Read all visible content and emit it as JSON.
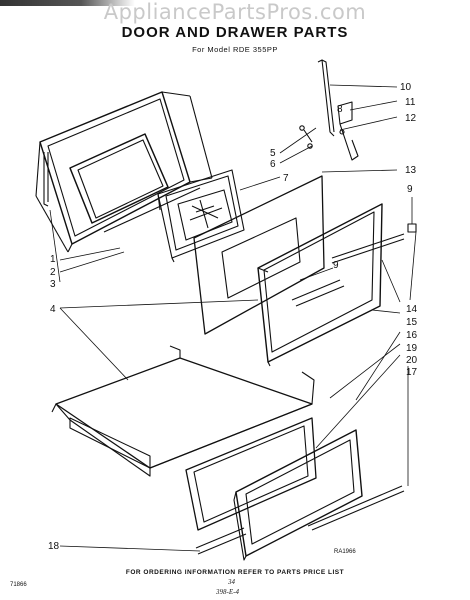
{
  "watermark": "AppliancePartsPros.com",
  "title": "DOOR AND DRAWER PARTS",
  "subtitle": "For Model RDE 355PP",
  "footer": "FOR ORDERING INFORMATION REFER TO PARTS PRICE LIST",
  "page_code": "71866",
  "drawing_code": "RA1966",
  "page_number": "34",
  "handwritten_code": "398-E-4",
  "callouts": {
    "c1": "1",
    "c2": "2",
    "c3": "3",
    "c4": "4",
    "c5": "5",
    "c6": "6",
    "c7": "7",
    "c8": "8",
    "c9": "9",
    "c9b": "9",
    "c10": "10",
    "c11": "11",
    "c12": "12",
    "c13": "13",
    "c14": "14",
    "c15": "15",
    "c16": "16",
    "c17": "17",
    "c18": "18",
    "c19": "19",
    "c20": "20"
  }
}
